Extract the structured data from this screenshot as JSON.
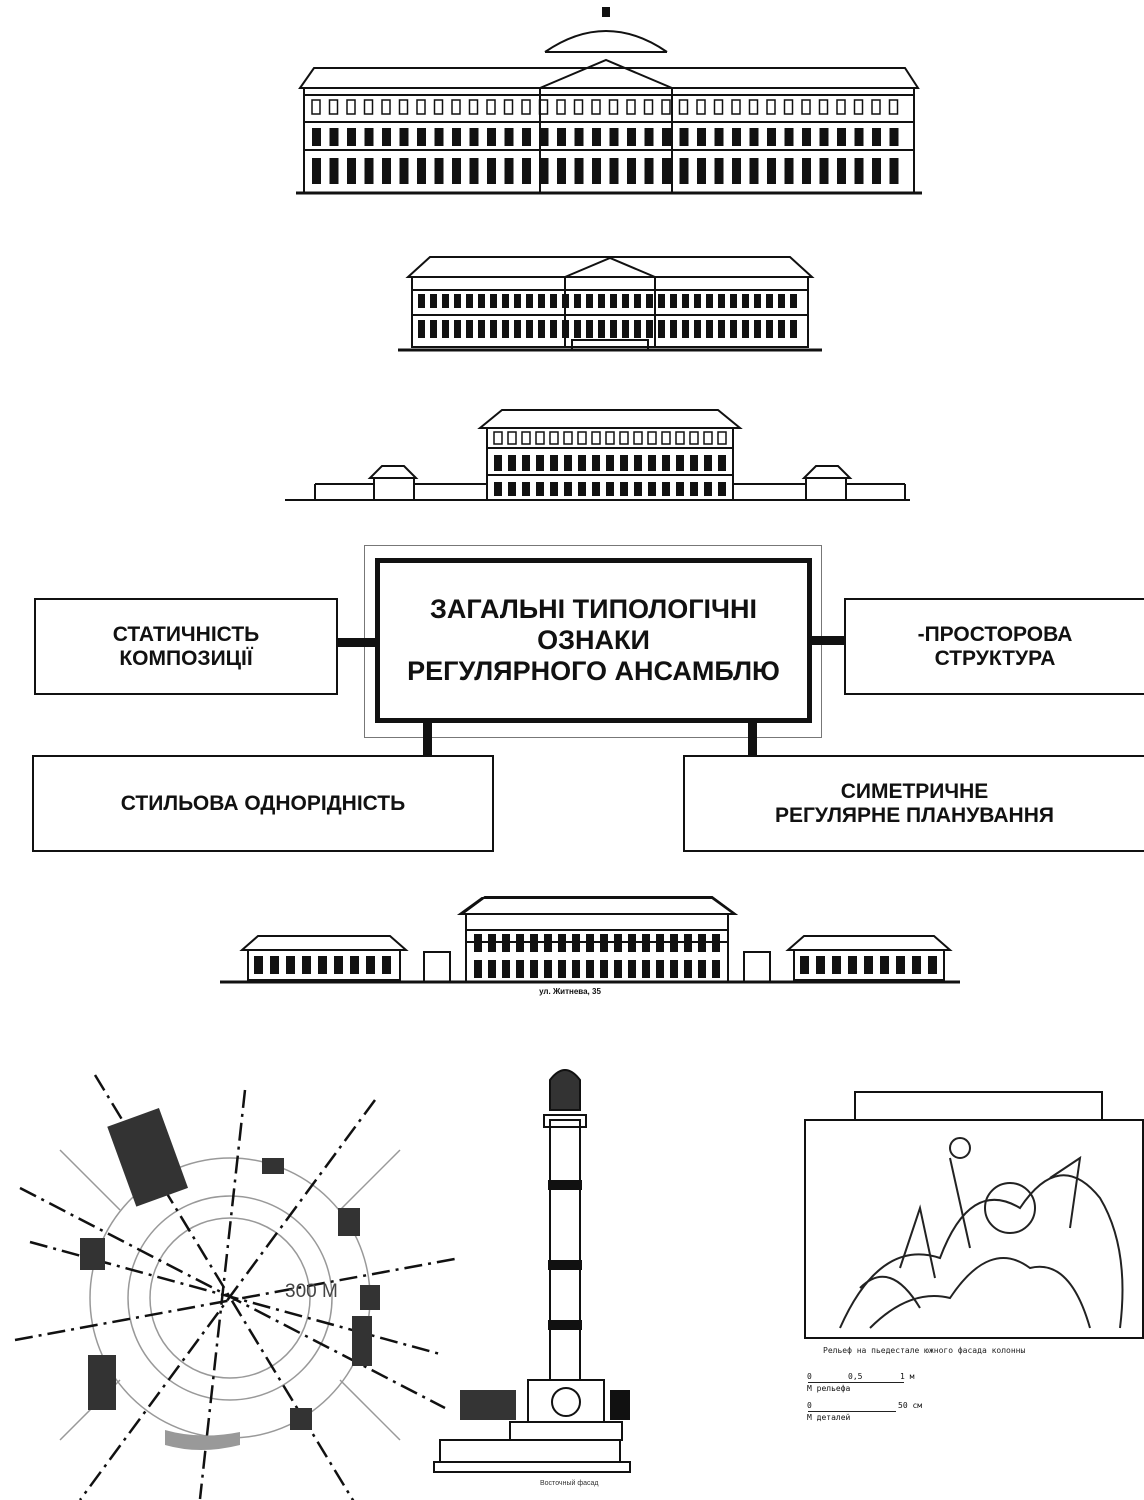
{
  "diagram": {
    "center": {
      "lines": [
        "ЗАГАЛЬНІ ТИПОЛОГІЧНІ",
        "ОЗНАКИ",
        "РЕГУЛЯРНОГО АНСАМБЛЮ"
      ]
    },
    "left_top": {
      "lines": [
        "СТАТИЧНІСТЬ",
        "КОМПОЗИЦІЇ"
      ]
    },
    "right_top": {
      "lines": [
        "-ПРОСТОРОВА",
        "СТРУКТУРА"
      ]
    },
    "left_bottom": {
      "lines": [
        "СТИЛЬОВА ОДНОРІДНІСТЬ"
      ]
    },
    "right_bottom": {
      "lines": [
        "СИМЕТРИЧНЕ",
        "РЕГУЛЯРНЕ ПЛАНУВАННЯ"
      ]
    }
  },
  "drawings": {
    "facade4_caption": "ул. Житнева, 35",
    "plan_scale_label": "300 М",
    "column_caption": "Восточный фасад",
    "relief_caption": "Рельеф на пьедестале южного фасада колонны",
    "scale1": {
      "start": "0",
      "mid": "0,5",
      "unit": "1 м",
      "label": "М рельефа"
    },
    "scale2": {
      "start": "0",
      "value": "50 см",
      "label": "М деталей"
    }
  }
}
